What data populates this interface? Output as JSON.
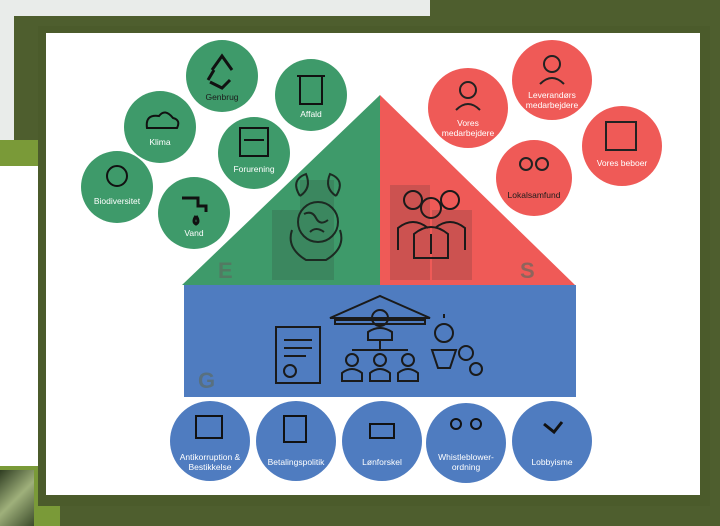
{
  "environment": {
    "sections": {
      "e": "E",
      "s": "S",
      "g": "G"
    },
    "circles": [
      {
        "label": "Genbrug",
        "icon": "recycle-icon"
      },
      {
        "label": "Affald",
        "icon": "trash-can-icon"
      },
      {
        "label": "Klima",
        "icon": "co2-cloud-icon"
      },
      {
        "label": "Forurening",
        "icon": "pollution-icon"
      },
      {
        "label": "Biodiversitet",
        "icon": "biodiversity-icon"
      },
      {
        "label": "Vand",
        "icon": "water-tap-icon"
      }
    ]
  },
  "social": {
    "circles": [
      {
        "label": "Vores medarbejdere",
        "icon": "employees-icon"
      },
      {
        "label": "Leverandørs medarbejdere",
        "icon": "supplier-worker-icon"
      },
      {
        "label": "Vores beboer",
        "icon": "resident-icon"
      },
      {
        "label": "Lokalsamfund",
        "icon": "community-icon"
      }
    ]
  },
  "governance": {
    "circles": [
      {
        "label": "Antikorruption & Bestikkelse",
        "icon": "anti-corruption-icon"
      },
      {
        "label": "Betalingspolitik",
        "icon": "payment-policy-icon"
      },
      {
        "label": "Lønforskel",
        "icon": "pay-gap-icon"
      },
      {
        "label": "Whistleblower-ordning",
        "icon": "whistleblower-icon"
      },
      {
        "label": "Lobbyisme",
        "icon": "lobbyism-icon"
      }
    ]
  },
  "colors": {
    "green": "#3e9a6a",
    "red": "#ef5a57",
    "blue": "#4f7cc0",
    "frame": "#4b5b2b"
  }
}
